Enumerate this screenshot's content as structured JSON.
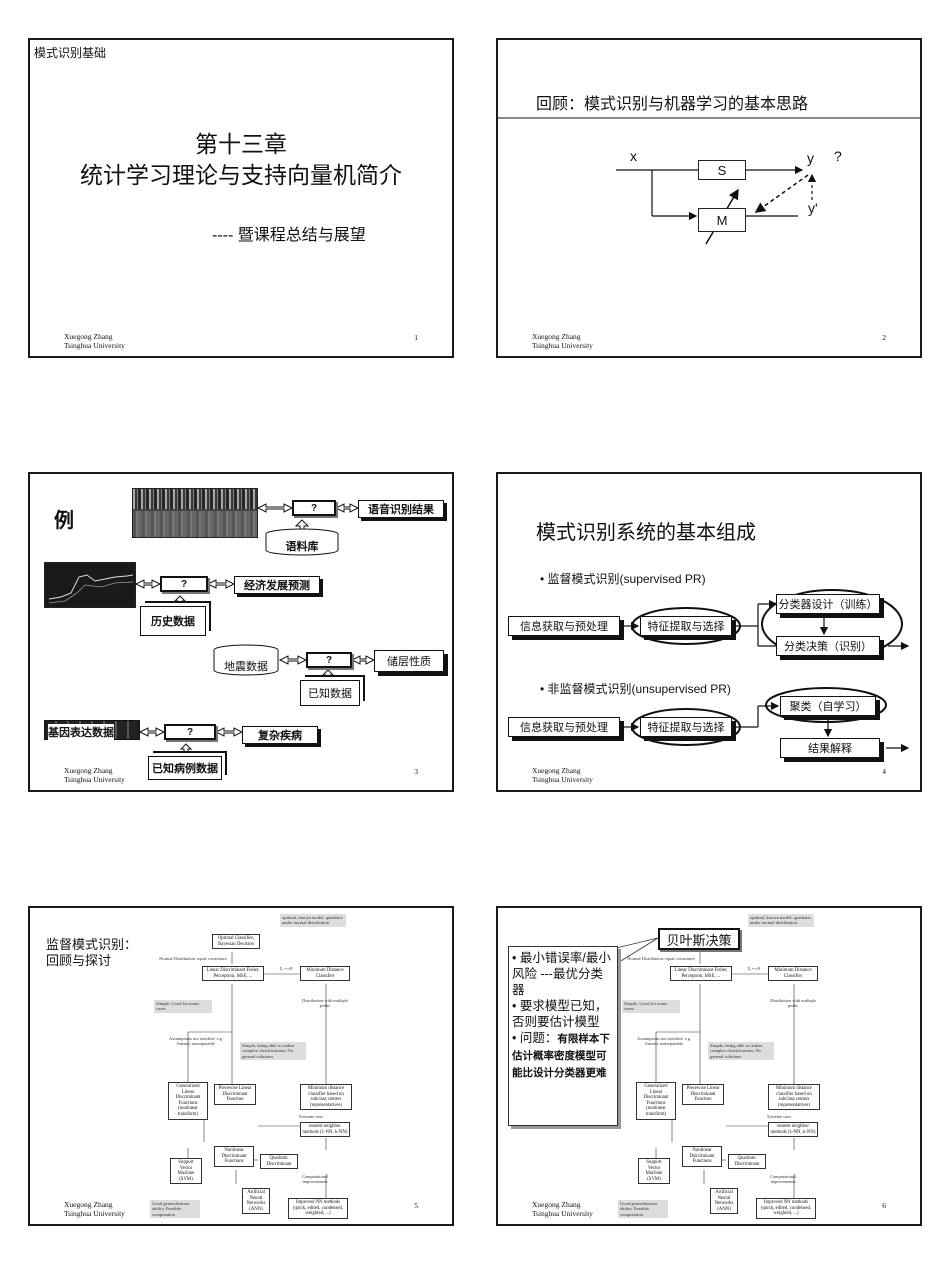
{
  "slides": [
    {
      "number": "1",
      "header": "模式识别基础",
      "title_line1": "第十三章",
      "title_line2": "统计学习理论与支持向量机简介",
      "subtitle": "---- 暨课程总结与展望",
      "footer_line1": "Xuegong Zhang",
      "footer_line2": "Tsinghua University"
    },
    {
      "number": "2",
      "title": "回顾：模式识别与机器学习的基本思路",
      "diagram": {
        "x": "x",
        "s": "S",
        "m": "M",
        "y": "y",
        "q": "?",
        "yp": "y'"
      },
      "footer_line1": "Xuegong Zhang",
      "footer_line2": "Tsinghua University"
    },
    {
      "number": "3",
      "title": "例",
      "q": "?",
      "speech_result": "语音识别结果",
      "speech_db": "语料库",
      "econ_result": "经济发展预测",
      "history_data": "历史数据",
      "seismic_data": "地震数据",
      "reservoir": "储层性质",
      "known_data": "已知数据",
      "gene_data": "基因表达数据",
      "disease": "复杂疾病",
      "known_cases": "已知病例数据",
      "footer_line1": "Xuegong Zhang",
      "footer_line2": "Tsinghua University"
    },
    {
      "number": "4",
      "title": "模式识别系统的基本组成",
      "supervised_label": "• 监督模式识别(supervised PR)",
      "unsupervised_label": "• 非监督模式识别(unsupervised PR)",
      "acquire": "信息获取与预处理",
      "feature": "特征提取与选择",
      "design": "分类器设计（训练）",
      "decision": "分类决策（识别）",
      "cluster": "聚类（自学习）",
      "interpret": "结果解释",
      "footer_line1": "Xuegong Zhang",
      "footer_line2": "Tsinghua University"
    },
    {
      "number": "5",
      "title_line1": "监督模式识别：",
      "title_line2": "回顾与探讨",
      "footer_line1": "Xuegong Zhang",
      "footer_line2": "Tsinghua University"
    },
    {
      "number": "6",
      "callout_title": "贝叶斯决策",
      "bullets": [
        "• 最小错误率/最小风险 ---最优分类器",
        "• 要求模型已知，否则要估计模型",
        "• 问题："
      ],
      "problem_bold": "有限样本下估计概率密度模型可能比设计分类器更难",
      "footer_line1": "Xuegong Zhang",
      "footer_line2": "Tsinghua University"
    }
  ],
  "flowchart": {
    "optimal": "Optimal Classifier, Bayesian Decision",
    "optimal_note": "optimal, known model, quadratic under normal distribution",
    "normal_note": "Normal Distribution, equal covariance",
    "linear": "Linear Discriminant Fisher, Perceptron, MSE, ...",
    "sigma": "Σᵢ = σ²I",
    "mindist": "Minimum Distance Classifier",
    "simple_note": "Simple, Good for many cases",
    "dist_note": "Distribution with multiple peaks",
    "assump_note": "Assumptions not satisfied, e.g. linearly nonseparable",
    "simple2_note": "Simple, being able to realize complex classifications; No general solutions",
    "generalized": "Generalized Linear Discriminant Functions (nonlinear transform)",
    "parzen": "Piecewise Linear Discriminant Function",
    "mindist2": "Minimum distance classifier based on subclass centers (representatives)",
    "extreme": "Extreme case",
    "nn": "nearest neighbor methods (1-NN, k-NN)",
    "svm": "Support Vector Machine (SVM)",
    "nonlinear": "Nonlinear Discriminant Functions",
    "quadratic": "Quadratic Discriminant",
    "comp_note": "Computational improvements",
    "ann": "Artificial Neural Networks (ANN)",
    "improved": "Improved NN methods (quick, edited, condensed, weighted, ...)",
    "good_note": "Good generalization ability, Feasible computation"
  },
  "colors": {
    "border": "#1a1a1a",
    "shadow": "#111111",
    "note_bg": "#dddddd"
  }
}
